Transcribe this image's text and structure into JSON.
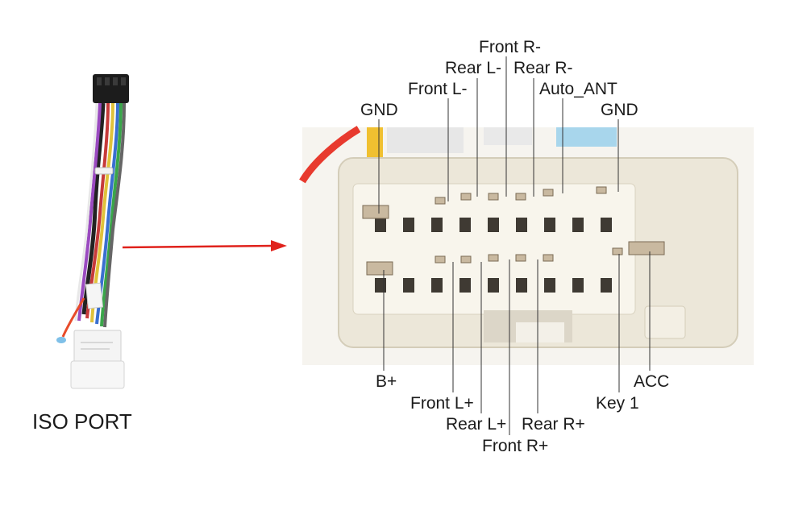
{
  "left_caption": "ISO PORT",
  "top_labels": {
    "front_r_minus": "Front R-",
    "rear_l_minus": "Rear L-",
    "rear_r_minus": "Rear R-",
    "front_l_minus": "Front L-",
    "auto_ant": "Auto_ANT",
    "gnd_left": "GND",
    "gnd_right": "GND"
  },
  "bottom_labels": {
    "b_plus": "B+",
    "acc": "ACC",
    "front_l_plus": "Front L+",
    "key_1": "Key 1",
    "rear_l_plus": "Rear L+",
    "rear_r_plus": "Rear R+",
    "front_r_plus": "Front R+"
  },
  "colors": {
    "arrow": "#e0221c",
    "leader": "#333333",
    "connector_body": "#ece7d9",
    "connector_shadow": "#c9c1ad"
  }
}
